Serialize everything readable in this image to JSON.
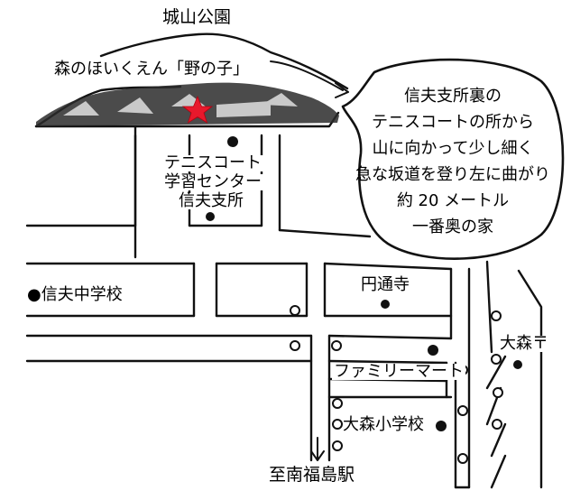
{
  "map": {
    "title_park": "城山公園",
    "nursery": "森のほいくえん「野の子」",
    "tennis_center_lines": [
      "テニスコート",
      "学習センター",
      "信夫支所"
    ],
    "school_middle": "●信夫中学校",
    "temple": "円通寺",
    "family_mart": "ファミリーマート",
    "omori_post": "大森〒",
    "school_elem": "大森小学校",
    "station": "至南福島駅",
    "directions": [
      "信夫支所裏の",
      "テニスコートの所から",
      "山に向かって少し細く",
      "急な坂道を登り左に曲がり",
      "約 20 メートル",
      "一番奥の家"
    ],
    "star_color": "#e8192c",
    "ink_color": "#111111"
  }
}
